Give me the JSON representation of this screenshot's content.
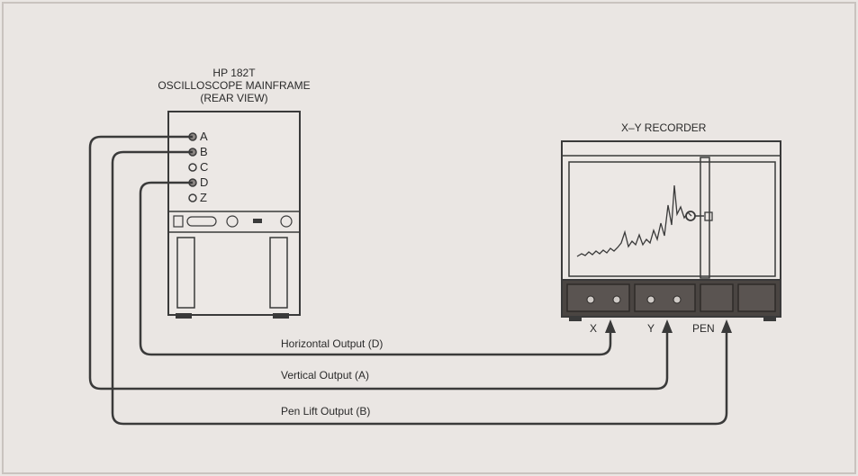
{
  "mainframe": {
    "title_lines": [
      "HP 182T",
      "OSCILLOSCOPE MAINFRAME",
      "(REAR VIEW)"
    ],
    "ports": [
      "A",
      "B",
      "C",
      "D",
      "Z"
    ]
  },
  "recorder": {
    "title": "X–Y RECORDER",
    "inputs": [
      "X",
      "Y",
      "PEN"
    ]
  },
  "cables": {
    "horizontal": "Horizontal Output (D)",
    "vertical": "Vertical Output (A)",
    "pen_lift": "Pen Lift Output (B)"
  },
  "colors": {
    "background": "#eae6e3",
    "line": "#3a3a3a",
    "panel_dark": "#4a4542"
  }
}
